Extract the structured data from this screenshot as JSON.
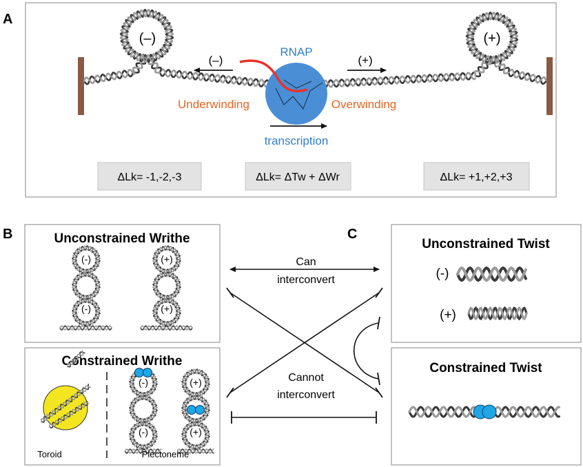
{
  "panel_a": {
    "letter": "A",
    "loop_left_sign": "(–)",
    "loop_right_sign": "(+)",
    "arrow_left_sign": "(–)",
    "arrow_right_sign": "(+)",
    "rnap": "RNAP",
    "underwinding": "Underwinding",
    "overwinding": "Overwinding",
    "transcription": "transcription",
    "box_left": "ΔLk= -1,-2,-3",
    "box_mid": "ΔLk= ΔTw + ΔWr",
    "box_right": "ΔLk= +1,+2,+3"
  },
  "panel_b": {
    "letter": "B",
    "unconstrained_title": "Unconstrained Writhe",
    "constrained_title": "Constrained Writhe",
    "neg": "(-)",
    "pos": "(+)",
    "toroid": "Toroid",
    "plectoneme": "Plectoneme"
  },
  "panel_c": {
    "letter": "C",
    "unconstrained_title": "Unconstrained Twist",
    "constrained_title": "Constrained Twist",
    "neg": "(-)",
    "pos": "(+)"
  },
  "middle": {
    "can_line1": "Can",
    "can_line2": "interconvert",
    "cannot_line1": "Cannot",
    "cannot_line2": "interconvert"
  },
  "colors": {
    "rnap": "#4a8fd6",
    "rnap_text": "#2f7fcc",
    "orange": "#e8641e",
    "red_rna": "#e8322a",
    "post": "#8a5a44",
    "toroid": "#f3e620",
    "protein": "#1ea6e6"
  }
}
